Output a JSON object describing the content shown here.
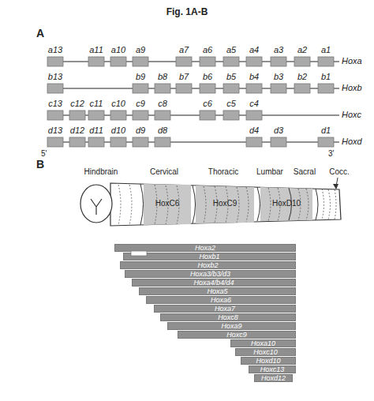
{
  "diagram": {
    "title": "Fig. 1A-B",
    "nodes": [
      {
        "text": [
          "Hoxa2"
        ]
      },
      {
        "text": [
          "Hoxb1"
        ]
      },
      {
        "text": [
          "Hoxb2"
        ]
      },
      {
        "text": [
          "Hoxa3/b3/d3"
        ]
      },
      {
        "text": [
          "Hoxa4/b4/d4"
        ]
      },
      {
        "text": [
          "Hoxa5"
        ]
      },
      {
        "text": [
          "Hoxa6"
        ]
      },
      {
        "text": [
          "Hoxa7"
        ]
      },
      {
        "text": [
          "Hoxc8"
        ]
      },
      {
        "text": [
          "Hoxa9"
        ]
      },
      {
        "text": [
          "Hoxc9"
        ]
      },
      {
        "text": [
          "Hoxa10"
        ]
      },
      {
        "text": [
          "Hoxc10"
        ]
      },
      {
        "text": [
          "Hoxd10"
        ]
      },
      {
        "text": [
          "Hoxc13"
        ]
      },
      {
        "text": [
          "Hoxd12"
        ]
      }
    ],
    "labels": [
      "A",
      "a13",
      "a11",
      "a10",
      "a9",
      "a7",
      "a6",
      "a5",
      "a4",
      "a3",
      "a2",
      "a1",
      "Hoxa",
      "b13",
      "b9",
      "b8",
      "b7",
      "b6",
      "b5",
      "b4",
      "b3",
      "b2",
      "b1",
      "Hoxb",
      "c13",
      "c12",
      "c11",
      "c10",
      "c9",
      "c8",
      "c6",
      "c5",
      "c4",
      "Hoxc",
      "d13",
      "d12",
      "d11",
      "d10",
      "d9",
      "d8",
      "d4",
      "d3",
      "d1",
      "Hoxd",
      "5'",
      "3'",
      "B",
      "Hindbrain",
      "Cervical",
      "Thoracic",
      "Lumbar",
      "Sacral",
      "Cocc.",
      "HoxC6",
      "HoxC9",
      "HoxD10"
    ]
  }
}
